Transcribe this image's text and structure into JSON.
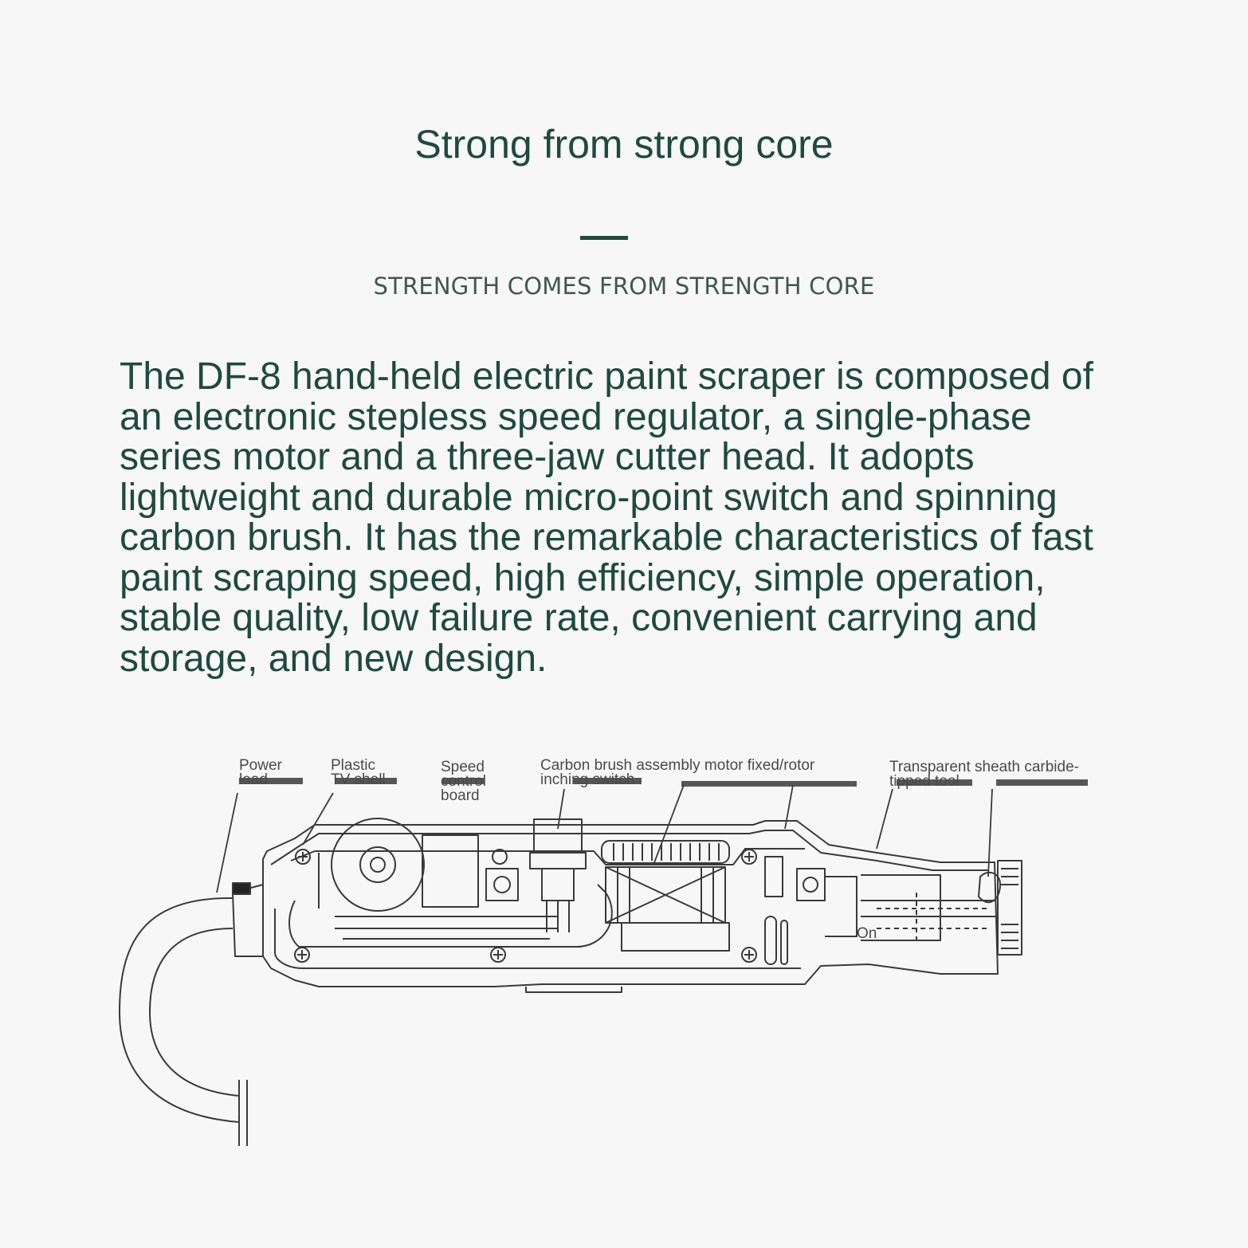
{
  "title": "Strong from strong core",
  "subtitle": "STRENGTH COMES FROM STRENGTH CORE",
  "description_lines": [
    "The DF-8 hand-held electric paint scraper is composed of",
    "an electronic stepless speed regulator, a single-phase",
    "series motor and a three-jaw cutter head. It adopts",
    "lightweight and durable micro-point switch and spinning",
    "carbon brush. It has the remarkable characteristics of fast",
    "paint scraping speed, high efficiency, simple operation,",
    "stable quality, low failure rate, convenient carrying and",
    "storage, and new design."
  ],
  "diagram": {
    "labels": {
      "power_lead_1": "Power",
      "power_lead_2": "lead",
      "plastic_shell_1": "Plastic",
      "plastic_shell_2": "TV shell",
      "speed_board_1": "Speed",
      "speed_board_2": "control",
      "speed_board_3": "board",
      "carbon_brush_1": "Carbon brush assembly motor fixed/rotor",
      "carbon_brush_2": "inching switch",
      "sheath_1": "Transparent sheath carbide-",
      "sheath_2": "tipped tool",
      "on_marker": "On"
    }
  },
  "colors": {
    "heading": "#1f4a3e",
    "subheading": "#40574f",
    "background": "#f7f7f7",
    "line_art": "#3a3a3a"
  }
}
